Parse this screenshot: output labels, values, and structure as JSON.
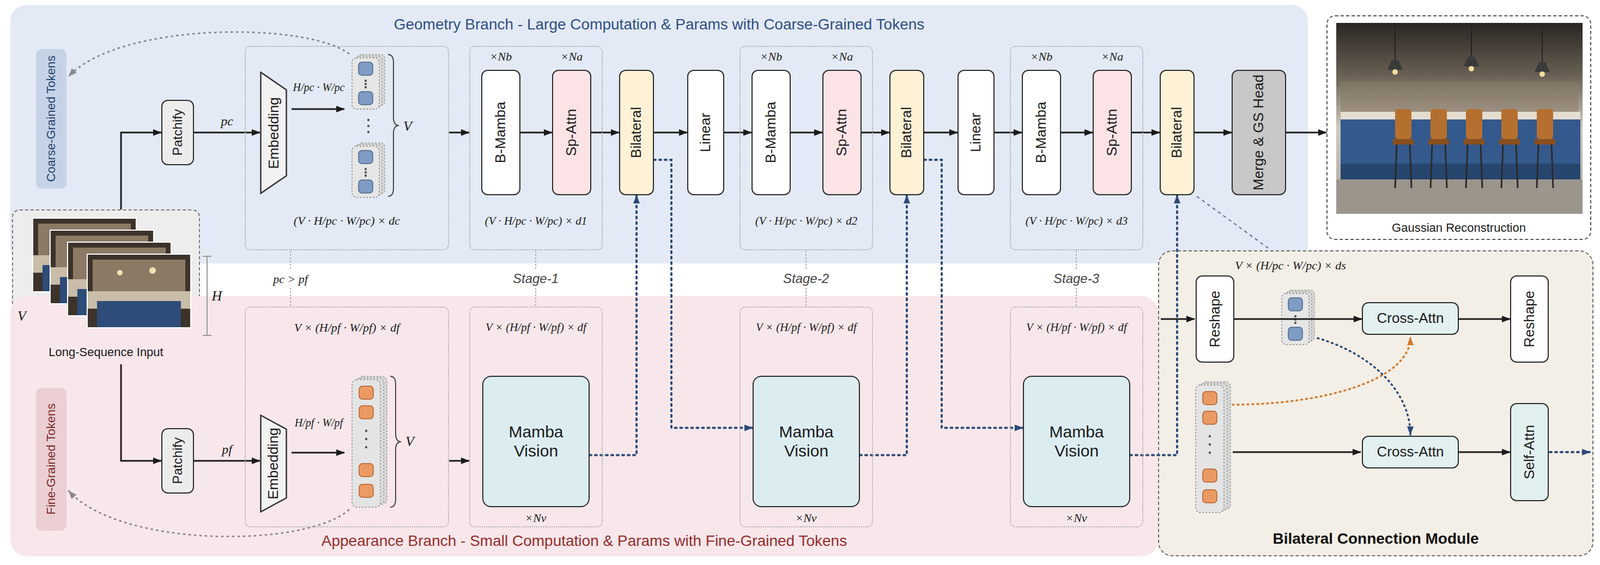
{
  "diagram": {
    "nodes": [
      {
        "text": [
          "Geometry Branch - Large Computation & Params with Coarse-Grained Tokens"
        ]
      },
      {
        "text": [
          "Coarse-Grained Tokens"
        ],
        "in": 0
      },
      {
        "text": [
          "Patchify"
        ],
        "in": 0
      },
      {
        "text": [
          "(V · H/pc · W/pc) × dc"
        ],
        "in": 0
      },
      {
        "text": [
          "Embedding"
        ],
        "in": 3
      },
      {
        "text": [
          "(V · H/pc · W/pc) × d1"
        ],
        "in": 0
      },
      {
        "text": [
          "B-Mamba"
        ],
        "in": 5
      },
      {
        "text": [
          "Sp-Attn"
        ],
        "in": 5
      },
      {
        "text": [
          "Bilateral"
        ],
        "in": 0
      },
      {
        "text": [
          "Linear"
        ],
        "in": 0
      },
      {
        "text": [
          "(V · H/pc · W/pc) × d2"
        ],
        "in": 0
      },
      {
        "text": [
          "B-Mamba"
        ],
        "in": 10
      },
      {
        "text": [
          "Sp-Attn"
        ],
        "in": 10
      },
      {
        "text": [
          "Bilateral"
        ],
        "in": 0
      },
      {
        "text": [
          "Linear"
        ],
        "in": 0
      },
      {
        "text": [
          "(V · H/pc · W/pc) × d3"
        ],
        "in": 0
      },
      {
        "text": [
          "B-Mamba"
        ],
        "in": 15
      },
      {
        "text": [
          "Sp-Attn"
        ],
        "in": 15
      },
      {
        "text": [
          "Bilateral"
        ],
        "in": 0
      },
      {
        "text": [
          "Merge & GS Head"
        ],
        "in": 0
      },
      {
        "text": [
          "Gaussian Reconstruction"
        ]
      },
      {
        "text": [
          "Long-Sequence Input"
        ]
      },
      {
        "text": [
          "Appearance Branch - Small Computation & Params with Fine-Grained Tokens"
        ]
      },
      {
        "text": [
          "Fine-Grained Tokens"
        ],
        "in": 22
      },
      {
        "text": [
          "Patchify"
        ],
        "in": 22
      },
      {
        "text": [
          "V × (H/pf · W/pf) × df"
        ],
        "in": 22
      },
      {
        "text": [
          "Embedding"
        ],
        "in": 25
      },
      {
        "text": [
          "V × (H/pf · W/pf) × df"
        ],
        "in": 22
      },
      {
        "text": [
          "Mamba Vision"
        ],
        "in": 27
      },
      {
        "text": [
          "V × (H/pf · W/pf) × df"
        ],
        "in": 22
      },
      {
        "text": [
          "Mamba Vision"
        ],
        "in": 29
      },
      {
        "text": [
          "V × (H/pf · W/pf) × df"
        ],
        "in": 22
      },
      {
        "text": [
          "Mamba Vision"
        ],
        "in": 31
      },
      {
        "text": [
          "Bilateral Connection Module"
        ]
      },
      {
        "text": [
          "Reshape"
        ],
        "in": 33
      },
      {
        "text": [
          "Cross-Attn"
        ],
        "in": 33
      },
      {
        "text": [
          "Reshape"
        ],
        "in": 33
      },
      {
        "text": [
          "Cross-Attn"
        ],
        "in": 33
      },
      {
        "text": [
          "Self-Attn"
        ],
        "in": 33
      }
    ],
    "edges": [
      {
        "from": 21,
        "to": 2,
        "arrow": "to"
      },
      {
        "from": 21,
        "to": 24,
        "arrow": "to"
      },
      {
        "from": 2,
        "to": 4,
        "label": "pc",
        "arrow": "to"
      },
      {
        "from": 3,
        "to": 5,
        "arrow": "to"
      },
      {
        "from": 6,
        "to": 7,
        "arrow": "to"
      },
      {
        "from": 7,
        "to": 8,
        "arrow": "to"
      },
      {
        "from": 8,
        "to": 9,
        "arrow": "to"
      },
      {
        "from": 9,
        "to": 11,
        "arrow": "to"
      },
      {
        "from": 11,
        "to": 12,
        "arrow": "to"
      },
      {
        "from": 12,
        "to": 13,
        "arrow": "to"
      },
      {
        "from": 13,
        "to": 14,
        "arrow": "to"
      },
      {
        "from": 14,
        "to": 16,
        "arrow": "to"
      },
      {
        "from": 16,
        "to": 17,
        "arrow": "to"
      },
      {
        "from": 17,
        "to": 18,
        "arrow": "to"
      },
      {
        "from": 18,
        "to": 19,
        "arrow": "to"
      },
      {
        "from": 19,
        "to": 20,
        "arrow": "to"
      },
      {
        "from": 24,
        "to": 26,
        "label": "pf",
        "arrow": "to"
      },
      {
        "from": 25,
        "to": 27,
        "arrow": "to"
      },
      {
        "from": 28,
        "to": 8,
        "arrow": "to"
      },
      {
        "from": 8,
        "to": 30,
        "arrow": "to"
      },
      {
        "from": 30,
        "to": 13,
        "arrow": "to"
      },
      {
        "from": 13,
        "to": 32,
        "arrow": "to"
      },
      {
        "from": 32,
        "to": 18,
        "arrow": "to"
      },
      {
        "from": 34,
        "to": 35,
        "arrow": "to"
      },
      {
        "from": 35,
        "to": 36,
        "arrow": "to"
      },
      {
        "from": 37,
        "to": 38,
        "arrow": "to"
      }
    ],
    "labels": [
      "H/pc · W/pc",
      "V",
      "×Nb",
      "×Na",
      "×Nb",
      "×Na",
      "×Nb",
      "×Na",
      "pc > pf",
      "Stage-1",
      "Stage-2",
      "Stage-3",
      "H/pf · W/pf",
      "V",
      "×Nv",
      "×Nv",
      "×Nv",
      "V × (H/pc · W/pc) × ds",
      "H",
      "V"
    ]
  }
}
